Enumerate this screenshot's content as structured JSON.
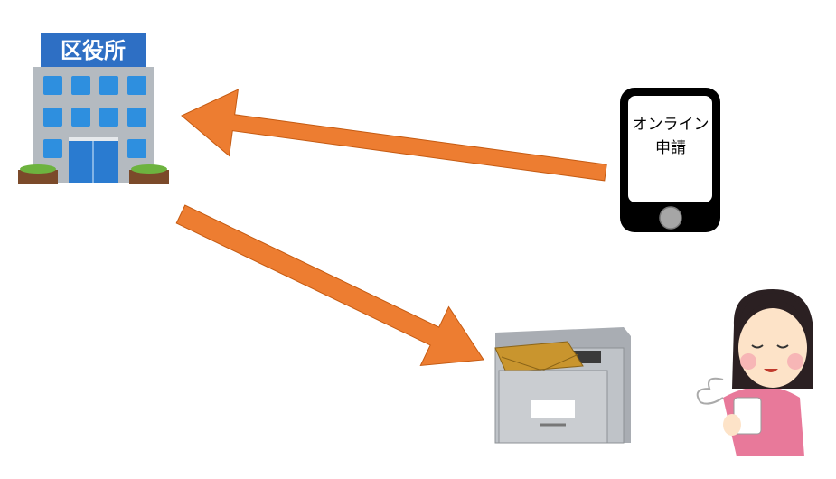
{
  "building": {
    "sign": "区役所"
  },
  "phone": {
    "line1": "オンライン",
    "line2": "申請"
  },
  "colors": {
    "arrow": "#ED7D31",
    "arrow_stroke": "#C55A11",
    "sign": "#2E6FC4",
    "window": "#2E8FDF"
  }
}
